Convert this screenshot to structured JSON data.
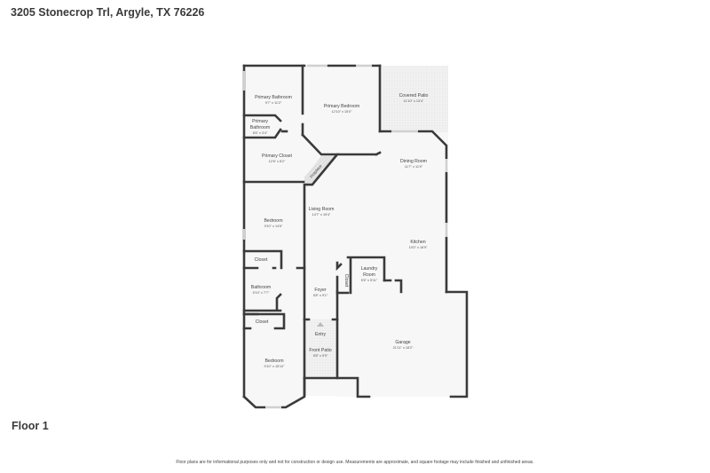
{
  "header": {
    "address": "3205 Stonecrop Trl, Argyle, TX 76226"
  },
  "floor": {
    "label": "Floor 1"
  },
  "footer": {
    "disclaimer": "Floor plans are for informational purposes only and not for construction or design use. Measurements are approximate, and square footage may include finished and unfinished areas."
  },
  "rooms": {
    "primary_bathroom": {
      "name": "Primary Bathroom",
      "dims": "9'7\" x 11'2\""
    },
    "primary_bedroom": {
      "name": "Primary Bedroom",
      "dims": "12'10\" x 15'0\""
    },
    "covered_patio": {
      "name": "Covered Patio",
      "dims": "11'10\" x 13'4\""
    },
    "primary_bathroom_2_line1": {
      "name": "Primary"
    },
    "primary_bathroom_2": {
      "name": "Bathroom",
      "dims": "6'6\" x 3'4\""
    },
    "primary_closet": {
      "name": "Primary Closet",
      "dims": "12'6\" x 8'2\""
    },
    "fireplace": {
      "name": "Fireplace"
    },
    "dining_room": {
      "name": "Dining Room",
      "dims": "11'7\" x 11'9\""
    },
    "bedroom_1": {
      "name": "Bedroom",
      "dims": "9'10\" x 14'6\""
    },
    "living_room": {
      "name": "Living Room",
      "dims": "14'7\" x 19'4\""
    },
    "kitchen": {
      "name": "Kitchen",
      "dims": "10'0\" x 16'9\""
    },
    "closet_1": {
      "name": "Closet"
    },
    "laundry_room_line1": {
      "name": "Laundry"
    },
    "laundry_room": {
      "name": "Room",
      "dims": "5'6\" x 5'11\""
    },
    "closet_hall": {
      "name": "Closet"
    },
    "bathroom": {
      "name": "Bathroom",
      "dims": "5'10\" x 7'7\""
    },
    "foyer": {
      "name": "Foyer",
      "dims": "5'8\" x 9'1\""
    },
    "closet_2": {
      "name": "Closet"
    },
    "entry": {
      "name": "Entry"
    },
    "front_patio": {
      "name": "Front Patio",
      "dims": "5'8\" x 9'9\""
    },
    "garage": {
      "name": "Garage",
      "dims": "21'11\" x 18'2\""
    },
    "bedroom_2": {
      "name": "Bedroom",
      "dims": "9'10\" x 15'10\""
    }
  },
  "colors": {
    "wall": "#3a3a3a",
    "floor": "#f7f7f7",
    "patio": "#ececec",
    "window": "#d8d8d8"
  }
}
